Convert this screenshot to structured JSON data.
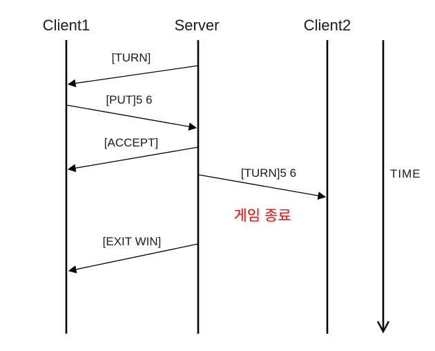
{
  "diagram": {
    "type": "sequence-diagram",
    "actors": [
      {
        "label": "Client1"
      },
      {
        "label": "Server"
      },
      {
        "label": "Client2"
      }
    ],
    "time_axis": {
      "label": "TIME",
      "direction": "down"
    },
    "messages": [
      {
        "label": "[TURN]",
        "from": "Server",
        "to": "Client1"
      },
      {
        "label": "[PUT]5 6",
        "from": "Client1",
        "to": "Server"
      },
      {
        "label": "[ACCEPT]",
        "from": "Server",
        "to": "Client1"
      },
      {
        "label": "[TURN]5 6",
        "from": "Server",
        "to": "Client2"
      },
      {
        "label": "[EXIT WIN]",
        "from": "Server",
        "to": "Client1"
      }
    ],
    "annotation": {
      "text": "게임 종료",
      "meaning": "game over",
      "color": "#ff0000"
    }
  },
  "colors": {
    "background": "#ffffff",
    "line": "#000000",
    "text": "#1a1a1a",
    "annotation": "#ff0000"
  }
}
